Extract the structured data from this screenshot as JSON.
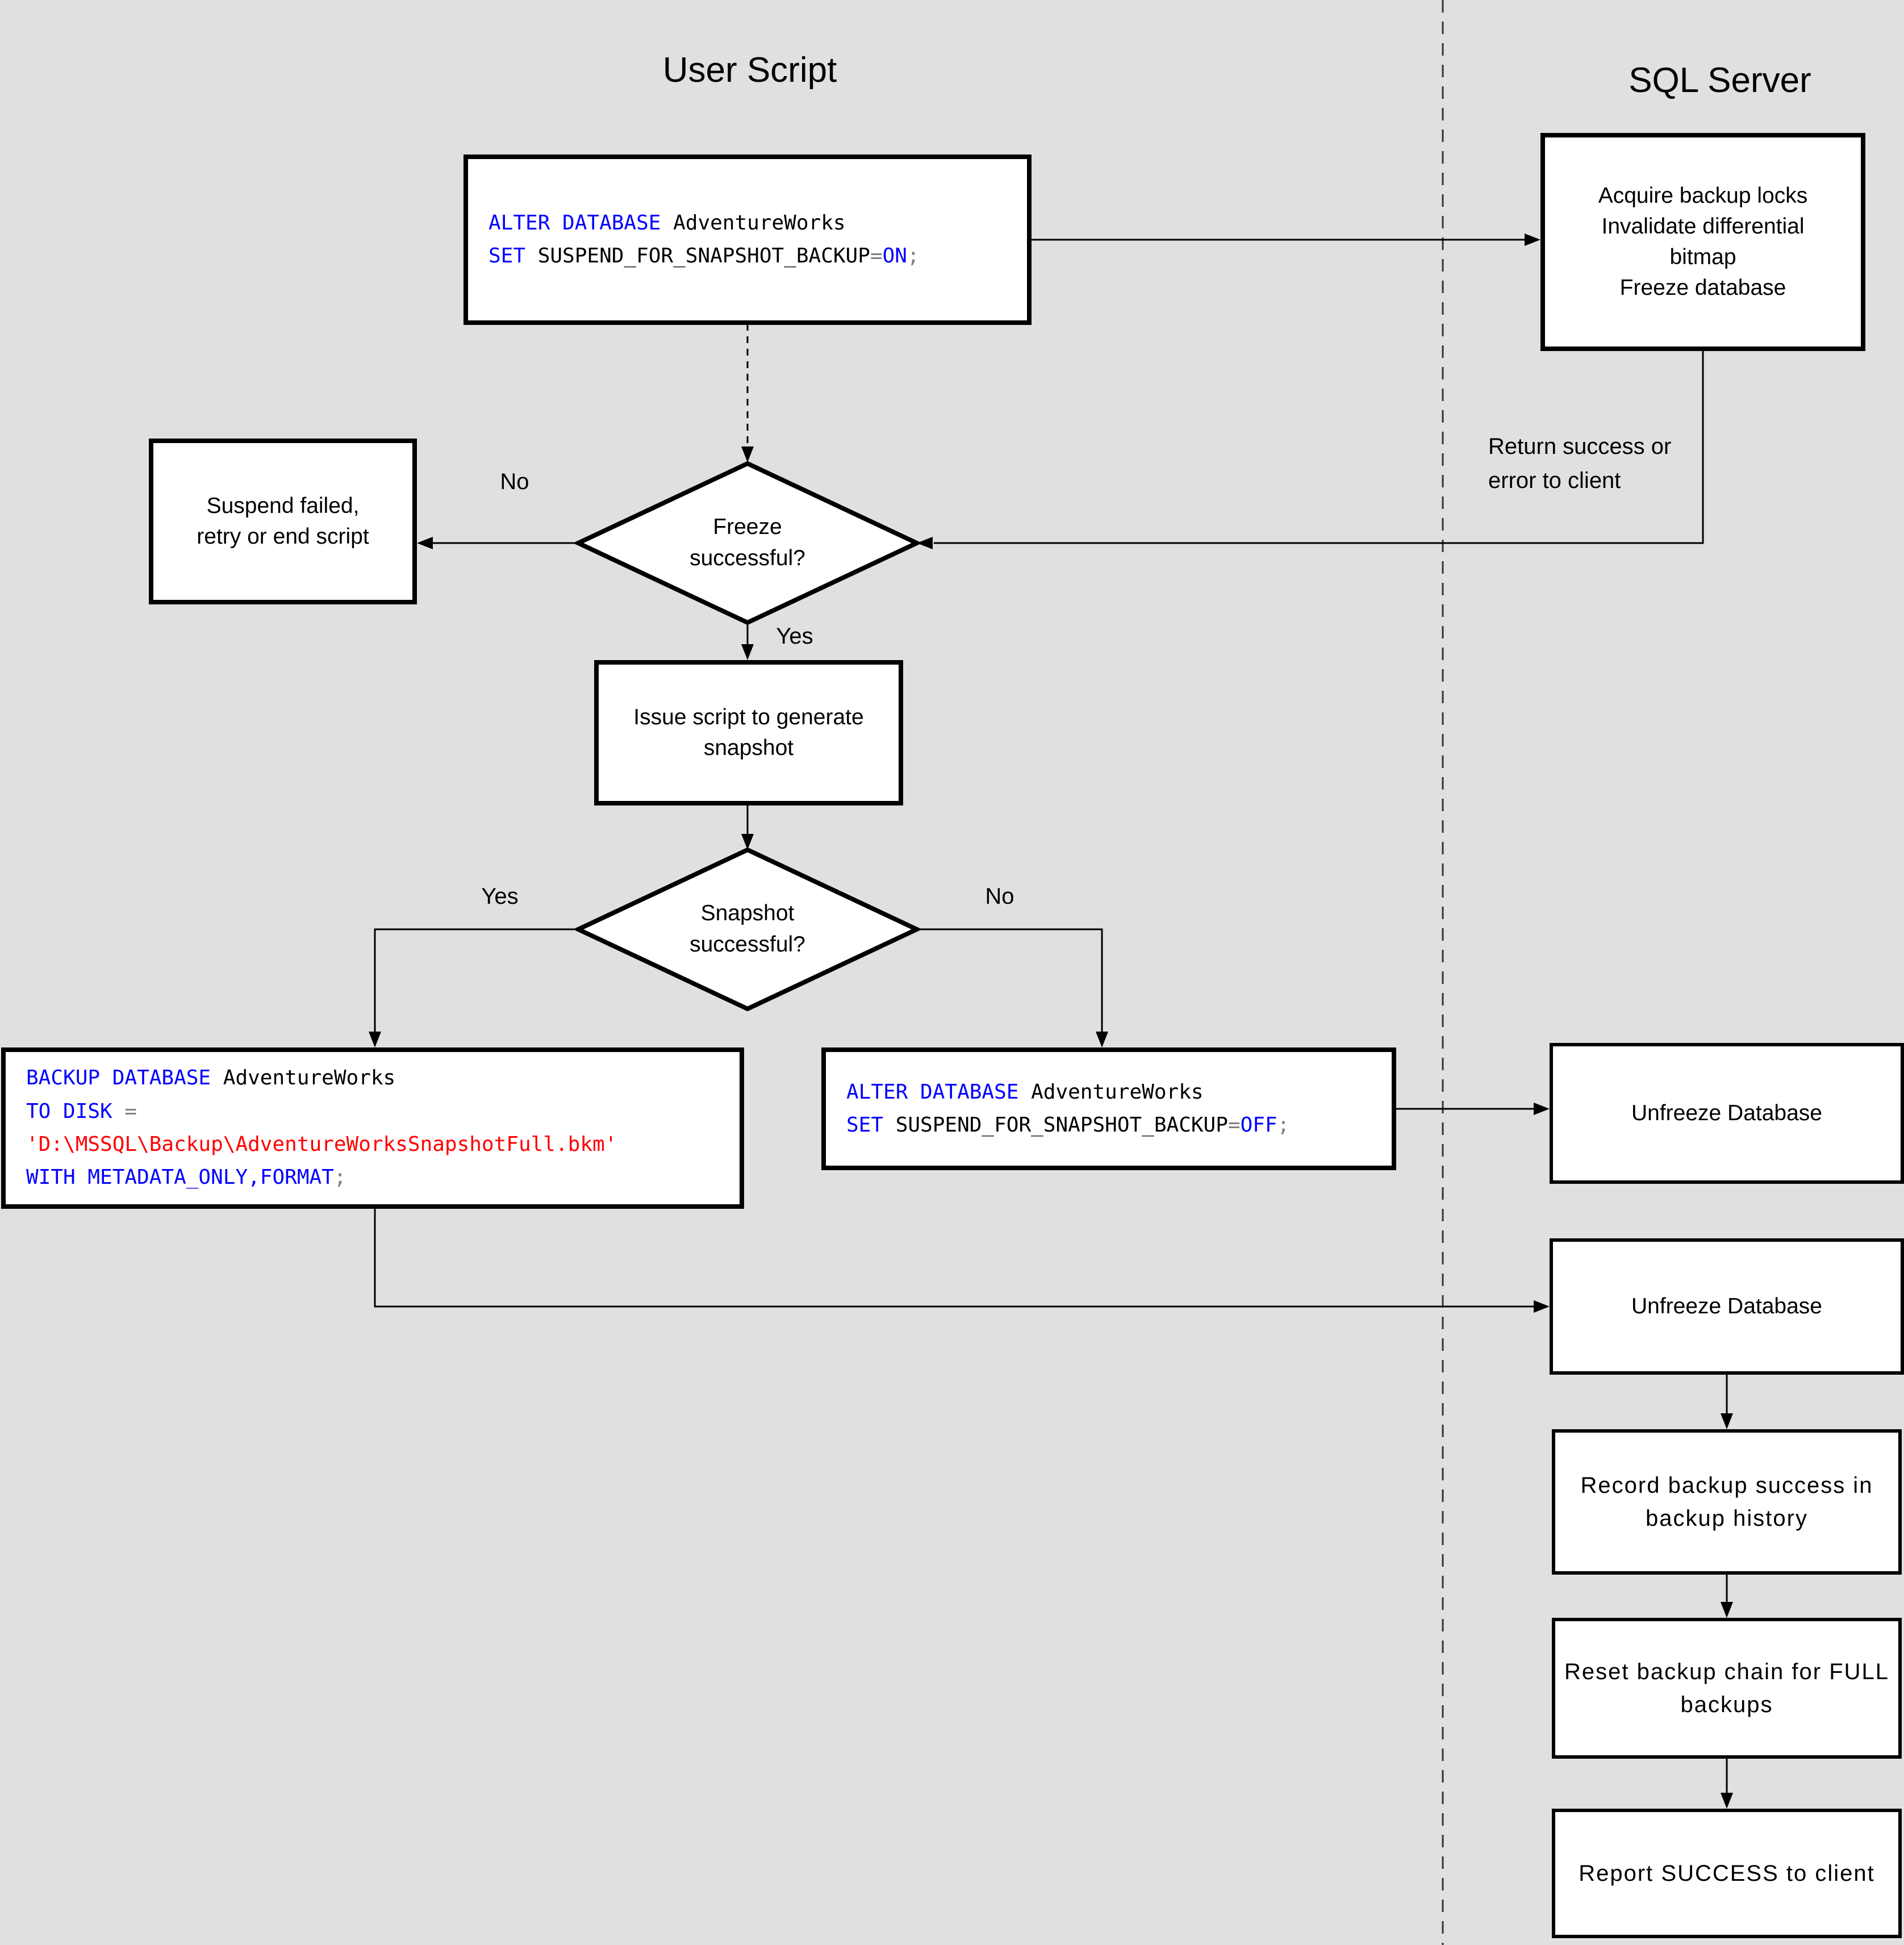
{
  "colors": {
    "background": "#e0e0e0",
    "box_fill": "#ffffff",
    "line": "#000000",
    "keyword": "#0000ff",
    "identifier": "#000000",
    "operator": "#808080",
    "string": "#ff0000"
  },
  "lanes": {
    "left": "User Script",
    "right": "SQL Server"
  },
  "code": {
    "alter_on": [
      [
        {
          "t": "ALTER DATABASE ",
          "c": "kw"
        },
        {
          "t": "AdventureWorks",
          "c": "id"
        }
      ],
      [
        {
          "t": "SET ",
          "c": "kw"
        },
        {
          "t": "SUSPEND_FOR_SNAPSHOT_BACKUP",
          "c": "id"
        },
        {
          "t": "=",
          "c": "op"
        },
        {
          "t": "ON",
          "c": "kw"
        },
        {
          "t": ";",
          "c": "op"
        }
      ]
    ],
    "backup_db": [
      [
        {
          "t": "BACKUP DATABASE ",
          "c": "kw"
        },
        {
          "t": "AdventureWorks",
          "c": "id"
        }
      ],
      [
        {
          "t": "TO DISK ",
          "c": "kw"
        },
        {
          "t": "=",
          "c": "op"
        }
      ],
      [
        {
          "t": "'D:\\MSSQL\\Backup\\AdventureWorksSnapshotFull.bkm'",
          "c": "str"
        }
      ],
      [
        {
          "t": "WITH METADATA_ONLY,FORMAT",
          "c": "kw"
        },
        {
          "t": ";",
          "c": "op"
        }
      ]
    ],
    "alter_off": [
      [
        {
          "t": "ALTER DATABASE ",
          "c": "kw"
        },
        {
          "t": "AdventureWorks",
          "c": "id"
        }
      ],
      [
        {
          "t": "SET ",
          "c": "kw"
        },
        {
          "t": "SUSPEND_FOR_SNAPSHOT_BACKUP",
          "c": "id"
        },
        {
          "t": "=",
          "c": "op"
        },
        {
          "t": "OFF",
          "c": "kw"
        },
        {
          "t": ";",
          "c": "op"
        }
      ]
    ]
  },
  "nodes": {
    "acquire": "Acquire backup locks\nInvalidate differential\nbitmap\nFreeze database",
    "suspend_failed": "Suspend failed,\nretry or end script",
    "freeze_q": "Freeze\nsuccessful?",
    "issue_script": "Issue script to generate\nsnapshot",
    "snapshot_q": "Snapshot\nsuccessful?",
    "unfreeze_db_1": "Unfreeze Database",
    "unfreeze_db_2": "Unfreeze Database",
    "record_history": "Record backup success in\nbackup history",
    "reset_chain": "Reset backup chain for FULL\nbackups",
    "report_success": "Report SUCCESS to client"
  },
  "edges": {
    "freeze_no": "No",
    "freeze_yes": "Yes",
    "snapshot_yes": "Yes",
    "snapshot_no": "No",
    "return_note": "Return success or\nerror to client"
  }
}
